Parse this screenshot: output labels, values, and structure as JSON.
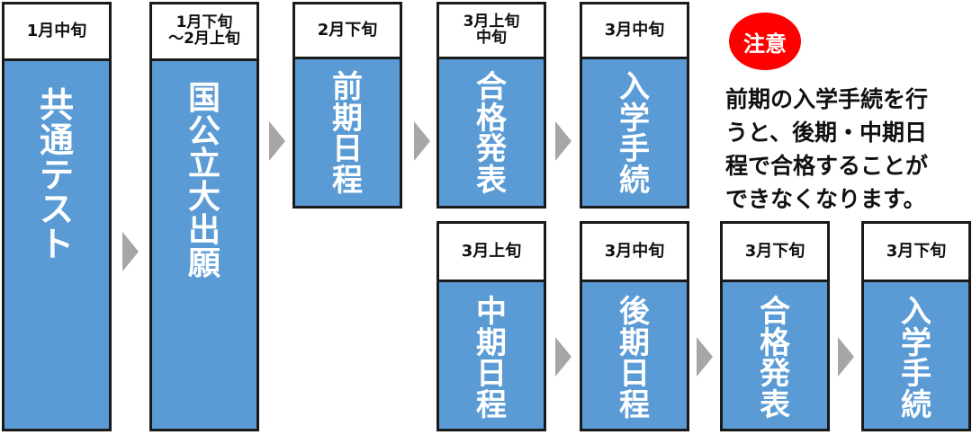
{
  "steps": [
    {
      "period": "1月中旬",
      "label": "共通テスト"
    },
    {
      "period": "1月下旬\n～2月上旬",
      "label": "国公立大出願"
    },
    {
      "period": "2月下旬",
      "label": "前期日程"
    },
    {
      "period": "3月上旬\n中旬",
      "label": "合格発表"
    },
    {
      "period": "3月中旬",
      "label": "入学手続"
    },
    {
      "period": "3月上旬",
      "label": "中期日程"
    },
    {
      "period": "3月中旬",
      "label": "後期日程"
    },
    {
      "period": "3月下旬",
      "label": "合格発表"
    },
    {
      "period": "3月下旬",
      "label": "入学手続"
    }
  ],
  "caution": {
    "badge": "注意",
    "lines": [
      "前期の入学手続を行",
      "うと、後期・中期日",
      "程で合格することが",
      "できなくなります。"
    ]
  },
  "colors": {
    "box_fill": "#5b9bd5",
    "arrow": "#a6a6a6",
    "badge": "#ff0000"
  }
}
